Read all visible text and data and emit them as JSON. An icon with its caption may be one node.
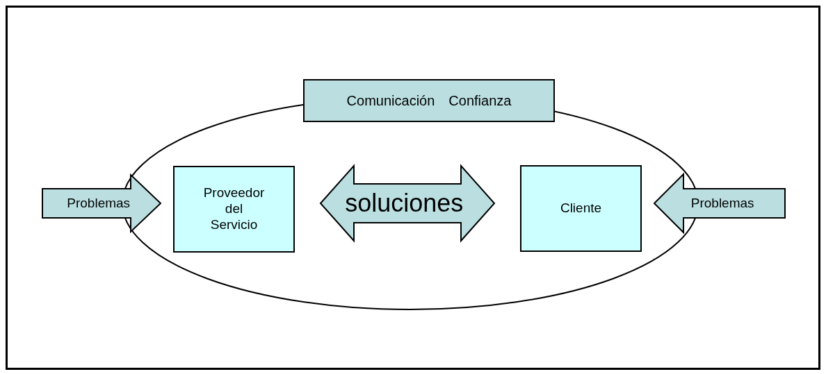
{
  "diagram": {
    "nodes": [
      {
        "text": [],
        "shape": "ellipse"
      },
      {
        "text": [
          "Comunicación",
          "Confianza"
        ]
      },
      {
        "text": [
          "Proveedor del Servicio"
        ],
        "in": 0
      },
      {
        "text": [
          "Cliente"
        ],
        "in": 0
      }
    ],
    "edges": [
      {
        "from": null,
        "to": 2,
        "arrow": "to",
        "label": "Problemas"
      },
      {
        "from": 2,
        "to": 3,
        "arrow": "both",
        "label": "soluciones"
      },
      {
        "from": null,
        "to": 3,
        "arrow": "to",
        "label": "Problemas"
      }
    ]
  }
}
